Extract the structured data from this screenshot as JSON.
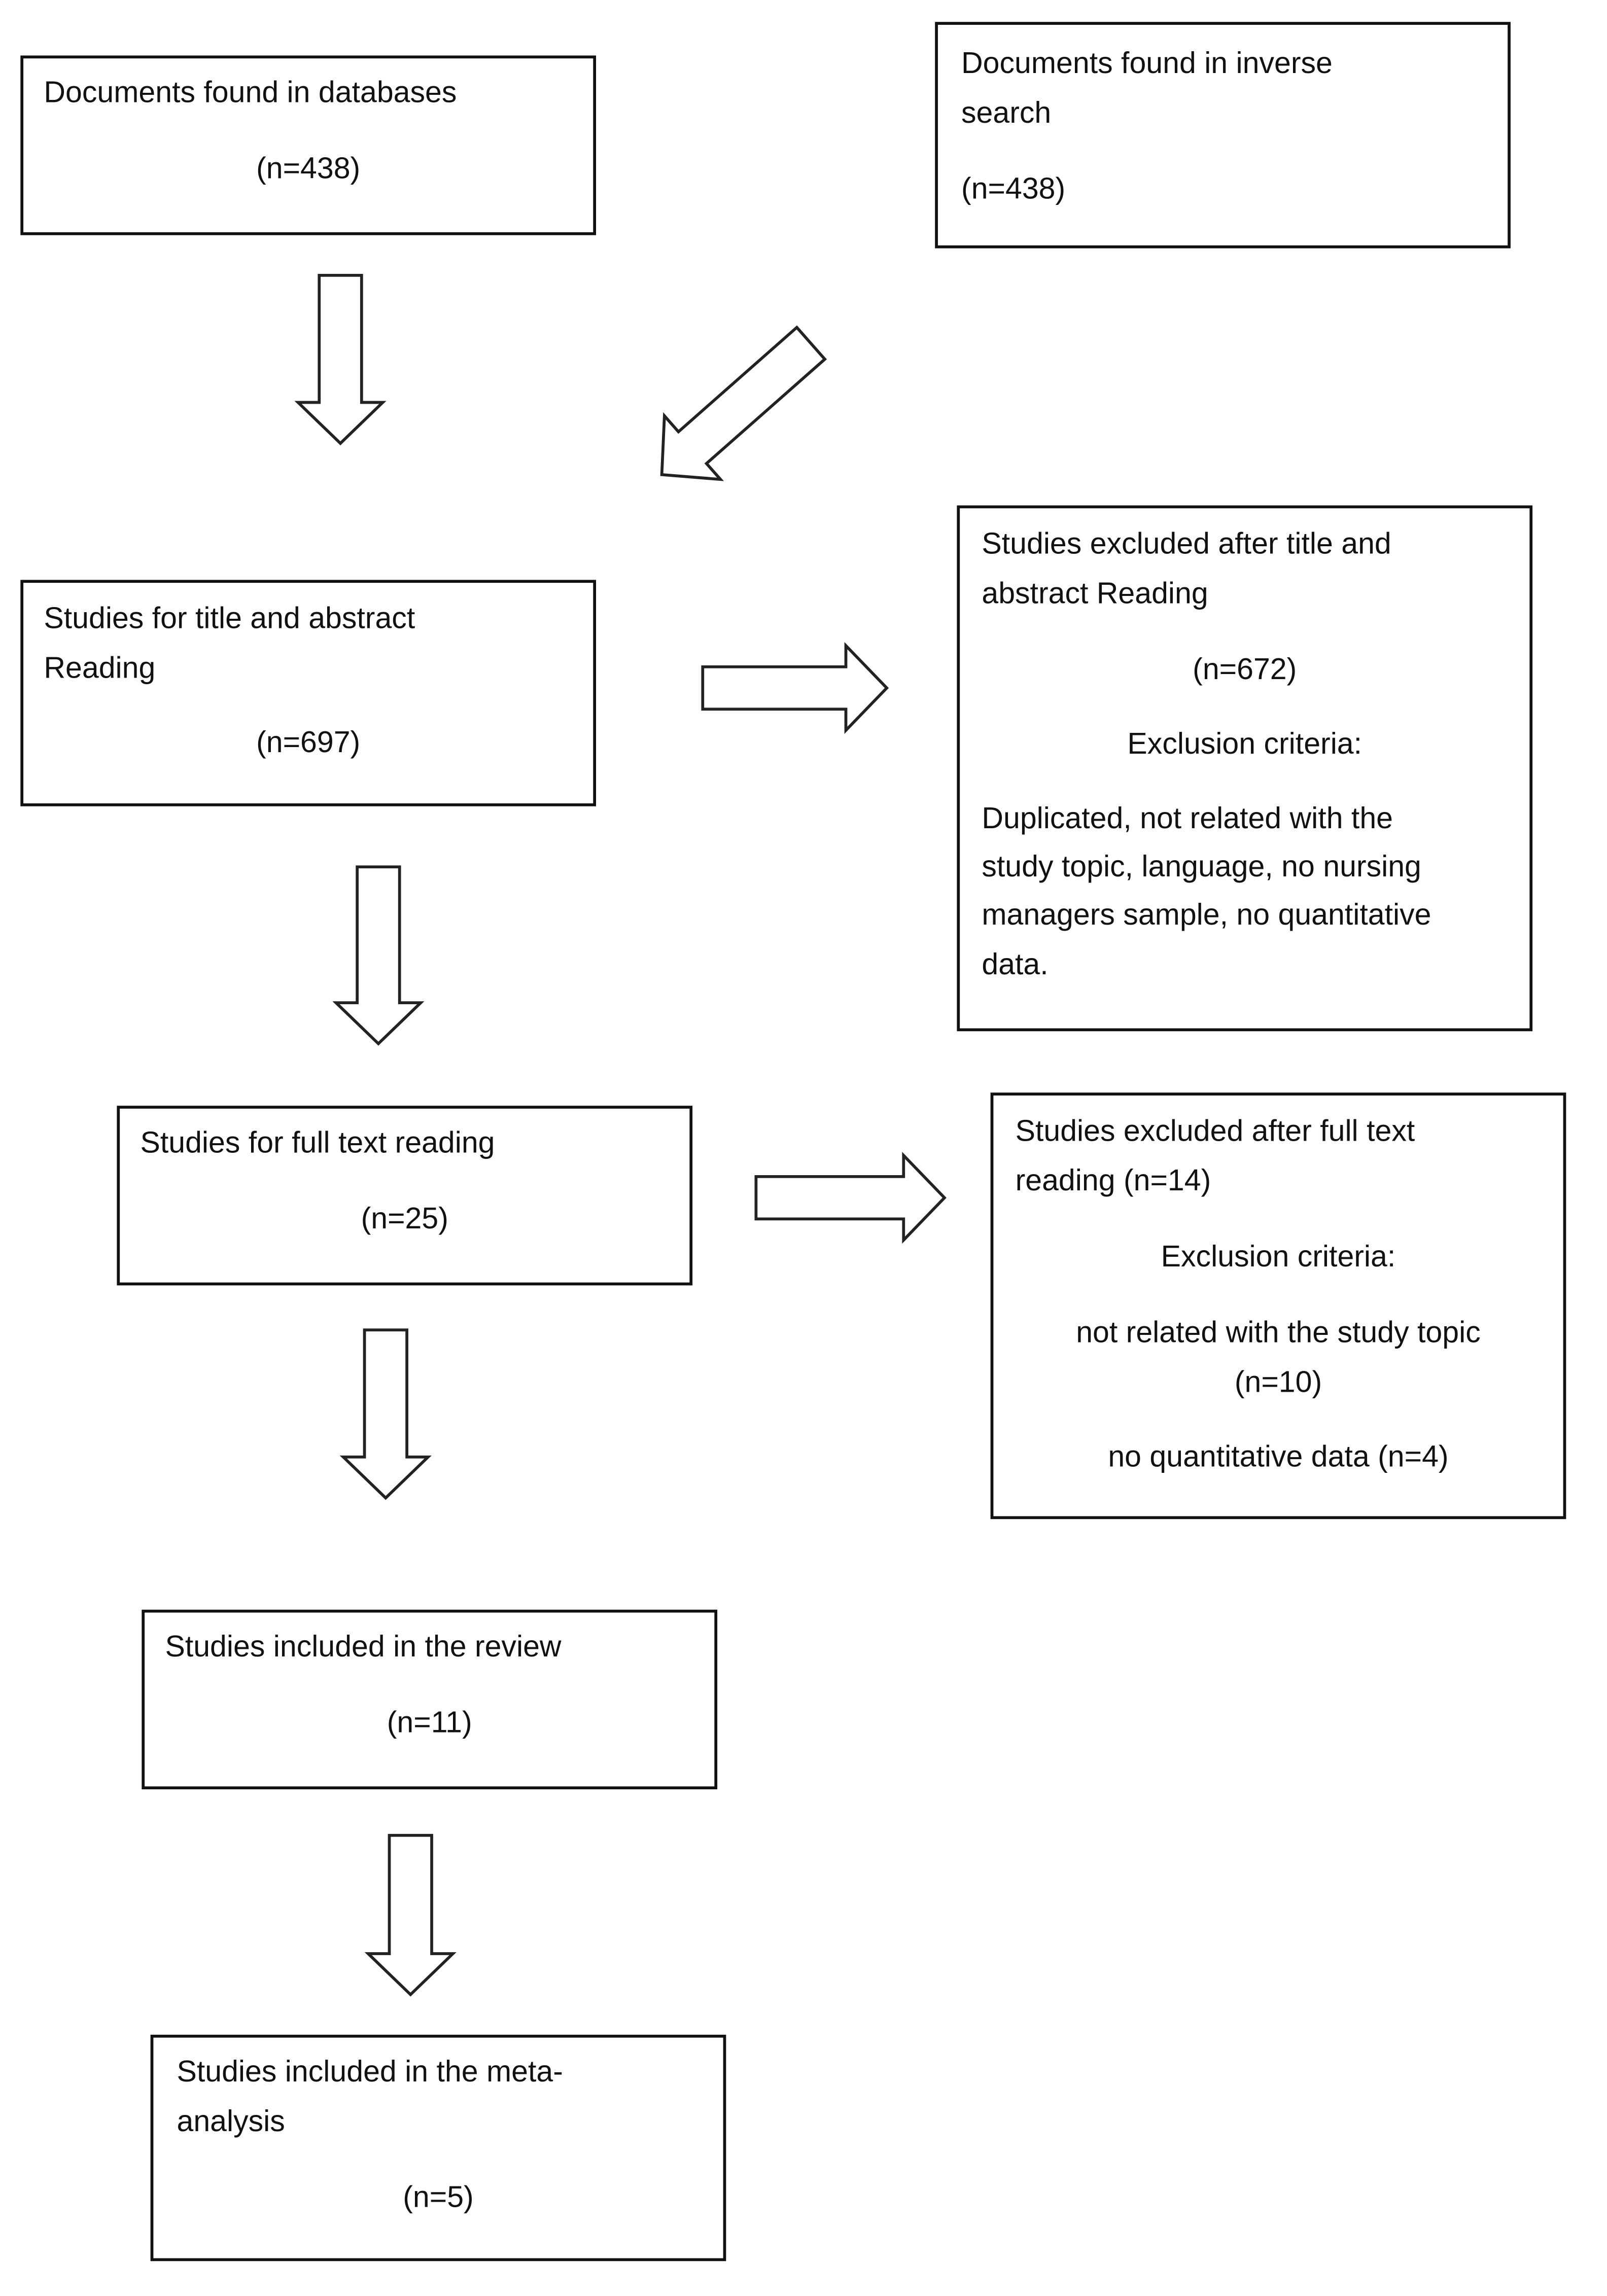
{
  "boxes": {
    "databases": {
      "line1": "Documents found in databases",
      "count": "(n=438)"
    },
    "inverse": {
      "line1": "Documents found in inverse",
      "line2": "search",
      "count": "(n=438)"
    },
    "title_abstract": {
      "line1": "Studies for title and abstract",
      "line2": "Reading",
      "count": "(n=697)"
    },
    "excluded_title": {
      "line1": "Studies excluded after title and",
      "line2": "abstract Reading",
      "count": "(n=672)",
      "criteria_label": "Exclusion criteria:",
      "criteria": [
        "Duplicated, not related with the",
        "study topic, language, no nursing",
        "managers sample, no quantitative",
        "data."
      ]
    },
    "full_text": {
      "line1": "Studies for full text reading",
      "count": "(n=25)"
    },
    "excluded_full": {
      "line1": "Studies excluded after full text",
      "line2": "reading (n=14)",
      "criteria_label": "Exclusion criteria:",
      "criterion1": "not related with the study topic",
      "criterion1_count": "(n=10)",
      "criterion2": "no quantitative data (n=4)"
    },
    "review": {
      "line1": "Studies included in the review",
      "count": "(n=11)"
    },
    "meta": {
      "line1": "Studies included in the meta-",
      "line2": "analysis",
      "count": "(n=5)"
    }
  }
}
